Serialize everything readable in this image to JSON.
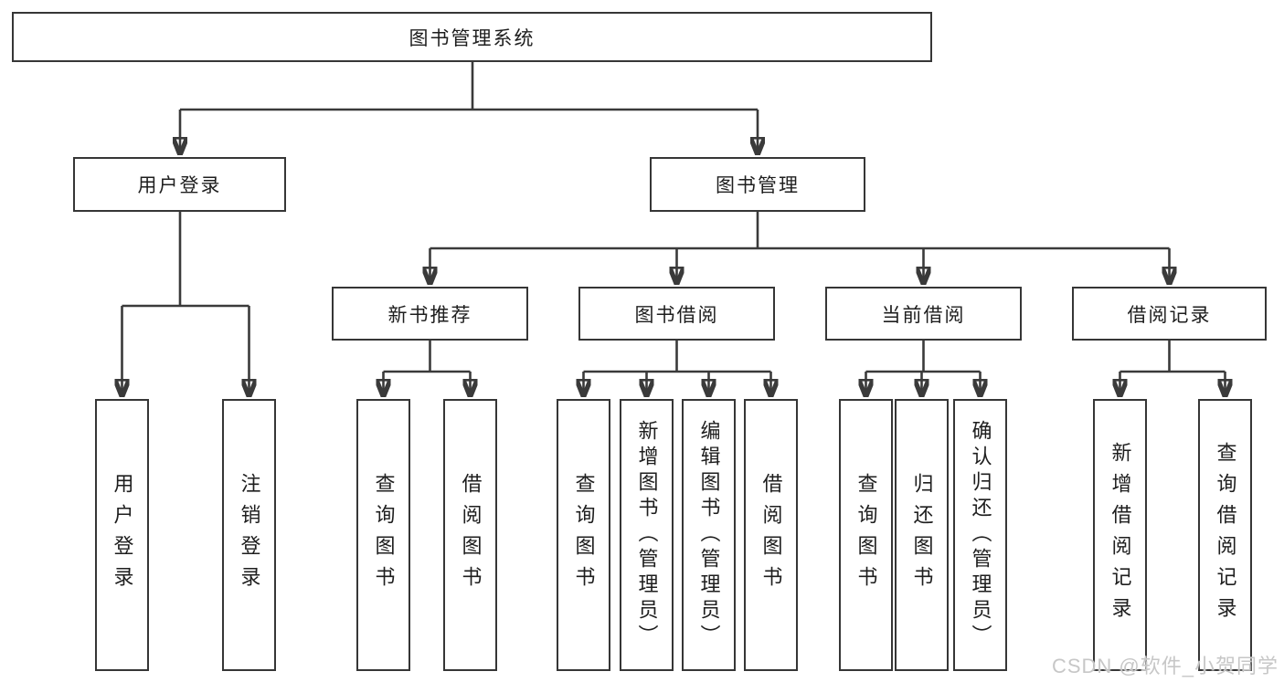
{
  "tree": {
    "label": "图书管理系统",
    "children": [
      {
        "label": "用户登录",
        "children": [
          {
            "label": "用户登录"
          },
          {
            "label": "注销登录"
          }
        ]
      },
      {
        "label": "图书管理",
        "children": [
          {
            "label": "新书推荐",
            "children": [
              {
                "label": "查询图书"
              },
              {
                "label": "借阅图书"
              }
            ]
          },
          {
            "label": "图书借阅",
            "children": [
              {
                "label": "查询图书"
              },
              {
                "label": "新增图书（管理员）"
              },
              {
                "label": "编辑图书（管理员）"
              },
              {
                "label": "借阅图书"
              }
            ]
          },
          {
            "label": "当前借阅",
            "children": [
              {
                "label": "查询图书"
              },
              {
                "label": "归还图书"
              },
              {
                "label": "确认归还（管理员）"
              }
            ]
          },
          {
            "label": "借阅记录",
            "children": [
              {
                "label": "新增借阅记录"
              },
              {
                "label": "查询借阅记录"
              }
            ]
          }
        ]
      }
    ]
  },
  "watermark": "CSDN @软件_小贺同学",
  "colors": {
    "background": "#ffffff",
    "line": "#3a3a3a",
    "box_border": "#363636",
    "text": "#1e1e1e",
    "watermark_text": "#c7c7c7"
  }
}
